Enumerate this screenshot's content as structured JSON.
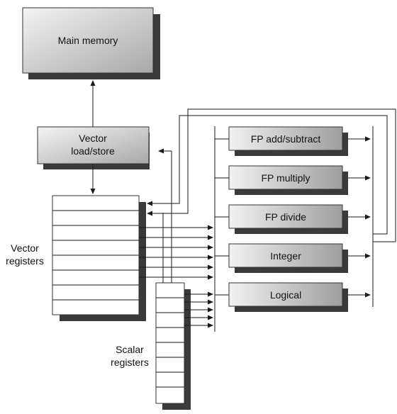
{
  "main_memory": {
    "label": "Main memory"
  },
  "load_store": {
    "label_line1": "Vector",
    "label_line2": "load/store"
  },
  "vector_registers": {
    "label_line1": "Vector",
    "label_line2": "registers"
  },
  "scalar_registers": {
    "label_line1": "Scalar",
    "label_line2": "registers"
  },
  "units": [
    {
      "label": "FP add/subtract"
    },
    {
      "label": "FP multiply"
    },
    {
      "label": "FP divide"
    },
    {
      "label": "Integer"
    },
    {
      "label": "Logical"
    }
  ]
}
